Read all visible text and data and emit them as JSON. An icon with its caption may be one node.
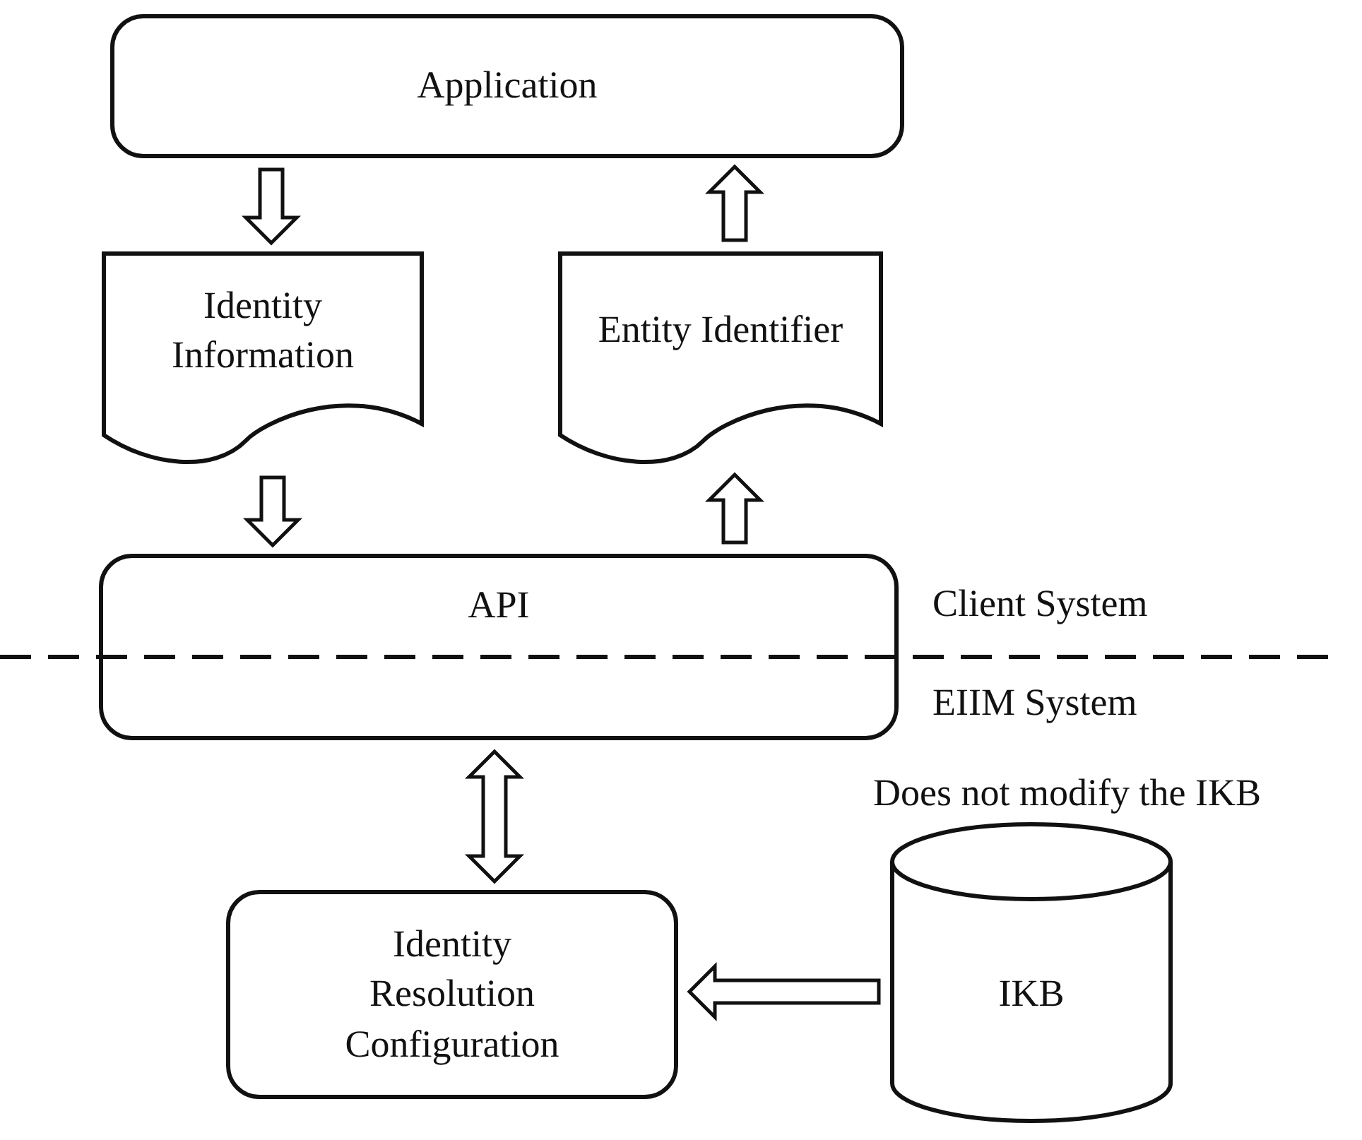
{
  "diagram": {
    "nodes": [
      {
        "text": [
          "Application"
        ]
      },
      {
        "text": [
          "Identity Information"
        ]
      },
      {
        "text": [
          "Entity Identifier"
        ]
      },
      {
        "text": [
          "API"
        ]
      },
      {
        "text": [
          "Identity Resolution Configuration"
        ]
      },
      {
        "text": [
          "IKB"
        ],
        "beside": [
          "Does not modify the IKB"
        ]
      }
    ],
    "edges": [
      {
        "from": 0,
        "to": 1,
        "arrow": "to"
      },
      {
        "from": 1,
        "to": 3,
        "arrow": "to"
      },
      {
        "from": 3,
        "to": 2,
        "arrow": "to"
      },
      {
        "from": 2,
        "to": 0,
        "arrow": "to"
      },
      {
        "from": 3,
        "to": 4,
        "arrow": "both"
      },
      {
        "from": 5,
        "to": 4,
        "arrow": "to"
      }
    ],
    "labels": [
      "Client System",
      "EIIM System"
    ]
  }
}
